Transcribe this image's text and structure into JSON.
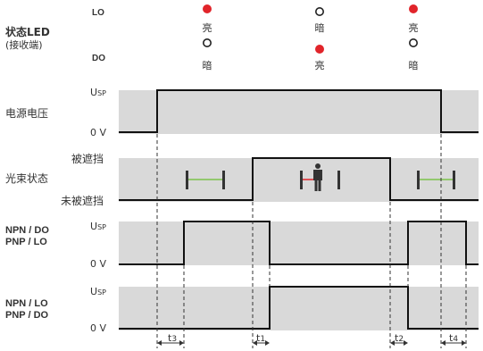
{
  "status_led": {
    "label_line1": "状态LED",
    "label_line2": "(接收端)",
    "rows": [
      {
        "name": "LO",
        "states": [
          {
            "on": true,
            "text": "亮"
          },
          {
            "on": false,
            "text": "暗"
          },
          {
            "on": true,
            "text": "亮"
          }
        ]
      },
      {
        "name": "DO",
        "states": [
          {
            "on": false,
            "text": "暗"
          },
          {
            "on": true,
            "text": "亮"
          },
          {
            "on": false,
            "text": "暗"
          }
        ]
      }
    ],
    "colors": {
      "on": "#e1242a",
      "off_ring": "#222222"
    }
  },
  "power": {
    "label": "电源电压",
    "high": "U",
    "high_sub": "SP",
    "low": "0 V"
  },
  "beam": {
    "label": "光束状态",
    "high": "被遮挡",
    "low": "未被遮挡",
    "beam_color": "#7cc24a",
    "blocked_color": "#e1242a"
  },
  "output1": {
    "label_line1": "NPN / DO",
    "label_line2": "PNP / LO",
    "high": "U",
    "high_sub": "SP",
    "low": "0 V"
  },
  "output2": {
    "label_line1": "NPN / LO",
    "label_line2": "PNP / DO",
    "high": "U",
    "high_sub": "SP",
    "low": "0 V"
  },
  "timings": [
    {
      "name": "t",
      "sub": "3"
    },
    {
      "name": "t",
      "sub": "1"
    },
    {
      "name": "t",
      "sub": "2"
    },
    {
      "name": "t",
      "sub": "4"
    }
  ],
  "band_color": "#d9d9d9"
}
